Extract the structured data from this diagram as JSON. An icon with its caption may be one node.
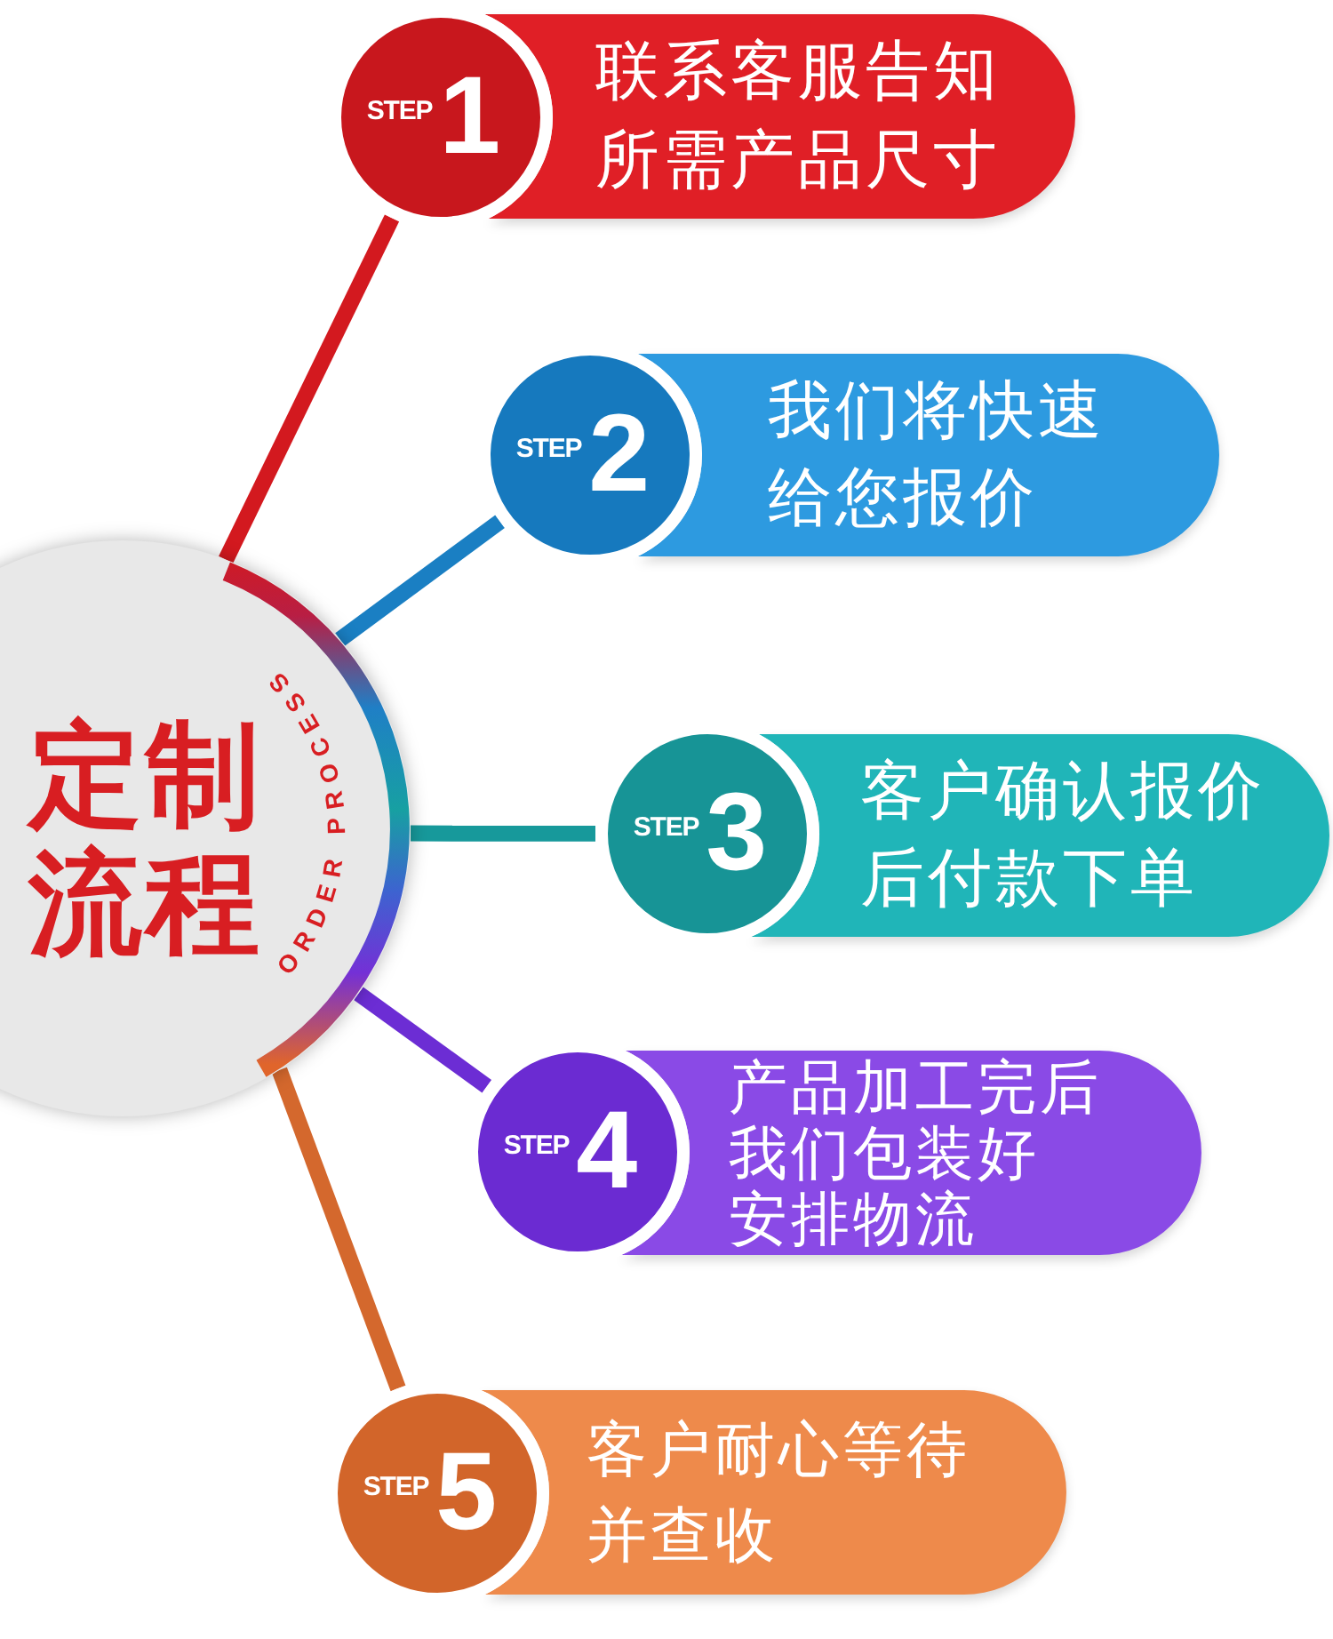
{
  "diagram": {
    "nodes": [
      {
        "text": [
          "定制流程",
          "ORDER PROCESS"
        ]
      },
      {
        "text": [
          "STEP",
          "1"
        ]
      },
      {
        "text": [
          "联系客服告知所需产品尺寸"
        ]
      },
      {
        "text": [
          "STEP",
          "2"
        ]
      },
      {
        "text": [
          "我们将快速给您报价"
        ]
      },
      {
        "text": [
          "STEP",
          "3"
        ]
      },
      {
        "text": [
          "客户确认报价后付款下单"
        ]
      },
      {
        "text": [
          "STEP",
          "4"
        ]
      },
      {
        "text": [
          "产品加工完后我们包装好安排物流"
        ]
      },
      {
        "text": [
          "STEP",
          "5"
        ]
      },
      {
        "text": [
          "客户耐心等待并查收"
        ]
      }
    ],
    "edges": [
      {
        "from": 0,
        "to": 1,
        "arrow": "none",
        "color": "#d3191f"
      },
      {
        "from": 0,
        "to": 3,
        "arrow": "none",
        "color": "#1a7fc3"
      },
      {
        "from": 0,
        "to": 5,
        "arrow": "none",
        "color": "#17999b"
      },
      {
        "from": 0,
        "to": 7,
        "arrow": "none",
        "color": "#6c2dd4"
      },
      {
        "from": 0,
        "to": 9,
        "arrow": "none",
        "color": "#d4682d"
      }
    ]
  }
}
